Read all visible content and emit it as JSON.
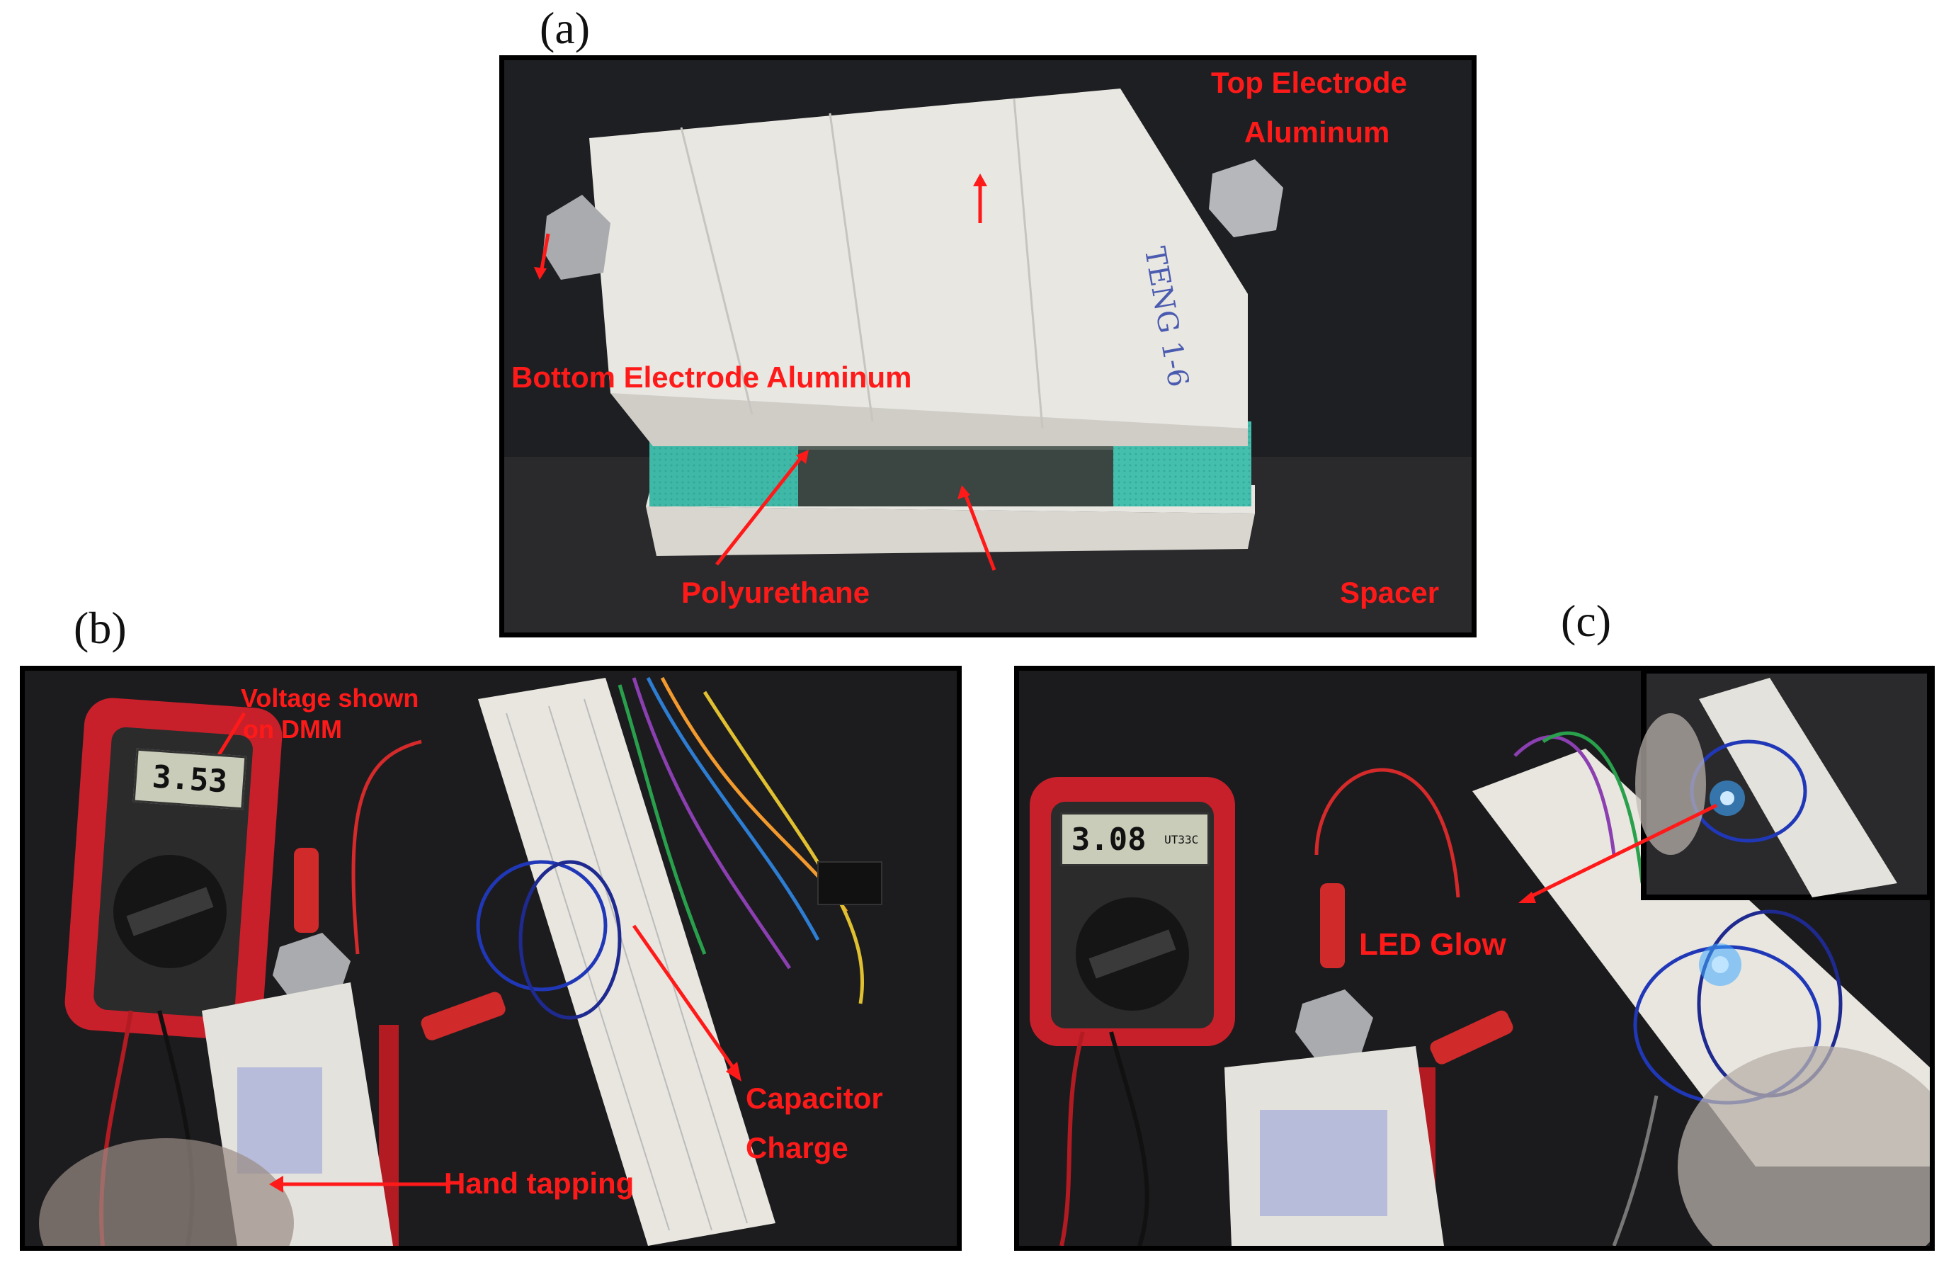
{
  "panels": {
    "a": {
      "letter": "(a)",
      "labels": {
        "top_electrode": "Top Electrode",
        "top_electrode_2": "Aluminum",
        "bottom_electrode": "Bottom Electrode Aluminum",
        "polyurethane": "Polyurethane",
        "spacer": "Spacer",
        "handwriting": "TENG 1-6"
      }
    },
    "b": {
      "letter": "(b)",
      "meter_reading": "3.53",
      "labels": {
        "voltage": "Voltage shown",
        "voltage_2": "on DMM",
        "capacitor": "Capacitor",
        "capacitor_2": "Charge",
        "hand": "Hand tapping"
      }
    },
    "c": {
      "letter": "(c)",
      "meter_reading": "3.08",
      "meter_model": "UT33C",
      "labels": {
        "led": "LED Glow"
      }
    }
  },
  "colors": {
    "annotation": "#ff1a1a",
    "foam": "#3fb8a8",
    "meter_body": "#c8202a",
    "background_dark": "#1c1c1e"
  }
}
